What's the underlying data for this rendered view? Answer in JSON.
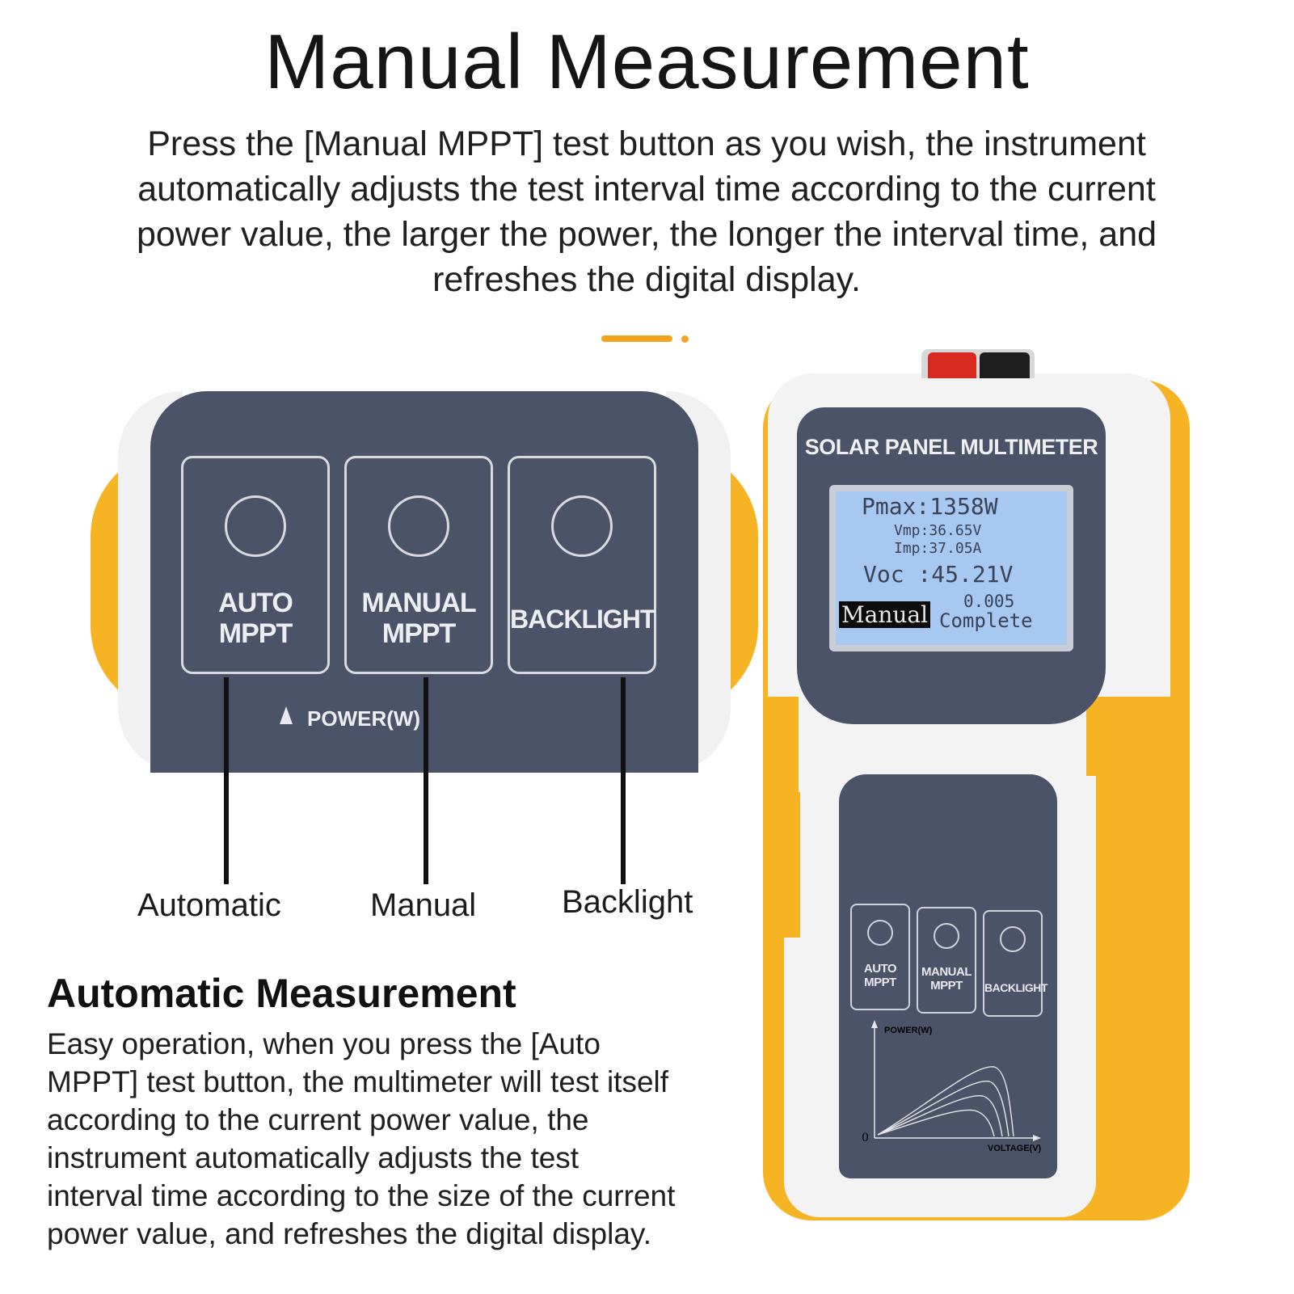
{
  "header": {
    "title": "Manual Measurement",
    "intro_lines": [
      "Press the [Manual MPPT] test button as you wish, the instrument",
      "automatically adjusts the test interval time according to the current",
      "power value, the larger the power, the longer the interval time, and",
      "refreshes the digital display."
    ]
  },
  "zoom": {
    "buttons": [
      {
        "line1": "AUTO",
        "line2": "MPPT"
      },
      {
        "line1": "MANUAL",
        "line2": "MPPT"
      },
      {
        "line1": "BACKLIGHT",
        "line2": ""
      }
    ],
    "power_label": "POWER(W)"
  },
  "captions": [
    "Automatic",
    "Manual",
    "Backlight"
  ],
  "auto_section": {
    "title": "Automatic Measurement",
    "lines": [
      "Easy operation, when you press the [Auto",
      "MPPT] test button, the multimeter will test itself",
      "according to the current power value, the",
      "instrument automatically adjusts the test",
      "interval time according to the size of the current",
      "power value, and refreshes the digital display."
    ]
  },
  "device": {
    "title": "SOLAR PANEL MULTIMETER",
    "lcd": {
      "pmax": "Pmax:1358W",
      "vmp": "Vmp:36.65V",
      "imp": "Imp:37.05A",
      "voc": "Voc :45.21V",
      "mode": "Manual",
      "value": "0.005",
      "status": "Complete"
    },
    "buttons": [
      {
        "line1": "AUTO",
        "line2": "MPPT"
      },
      {
        "line1": "MANUAL",
        "line2": "MPPT"
      },
      {
        "line1": "BACKLIGHT",
        "line2": ""
      }
    ],
    "chart": {
      "y_label": "POWER(W)",
      "x_label": "VOLTAGE(V)",
      "origin": "0"
    }
  },
  "colors": {
    "accent": "#f5a41f",
    "device_yellow": "#f6b324",
    "panel_slate": "#4b5368",
    "lcd_blue": "#a7c9f1"
  }
}
